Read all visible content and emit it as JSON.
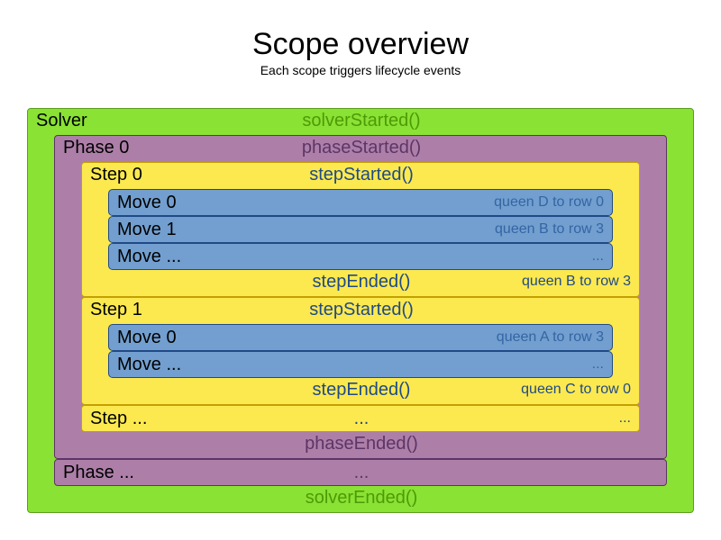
{
  "title": "Scope overview",
  "subtitle": "Each scope triggers lifecycle events",
  "solver": {
    "label": "Solver",
    "started": "solverStarted()",
    "ended": "solverEnded()"
  },
  "phase0": {
    "label": "Phase 0",
    "started": "phaseStarted()",
    "ended": "phaseEnded()"
  },
  "step0": {
    "label": "Step 0",
    "started": "stepStarted()",
    "ended": "stepEnded()",
    "ended_note": "queen B to row 3",
    "moves": [
      {
        "label": "Move 0",
        "note": "queen D to row 0"
      },
      {
        "label": "Move 1",
        "note": "queen B to row 3"
      },
      {
        "label": "Move ...",
        "note": "..."
      }
    ]
  },
  "step1": {
    "label": "Step 1",
    "started": "stepStarted()",
    "ended": "stepEnded()",
    "ended_note": "queen C to row 0",
    "moves": [
      {
        "label": "Move 0",
        "note": "queen A to row 3"
      },
      {
        "label": "Move ...",
        "note": "..."
      }
    ]
  },
  "step_more": {
    "label": "Step ...",
    "middle": "...",
    "note": "..."
  },
  "phase_more": {
    "label": "Phase ...",
    "middle": "..."
  }
}
